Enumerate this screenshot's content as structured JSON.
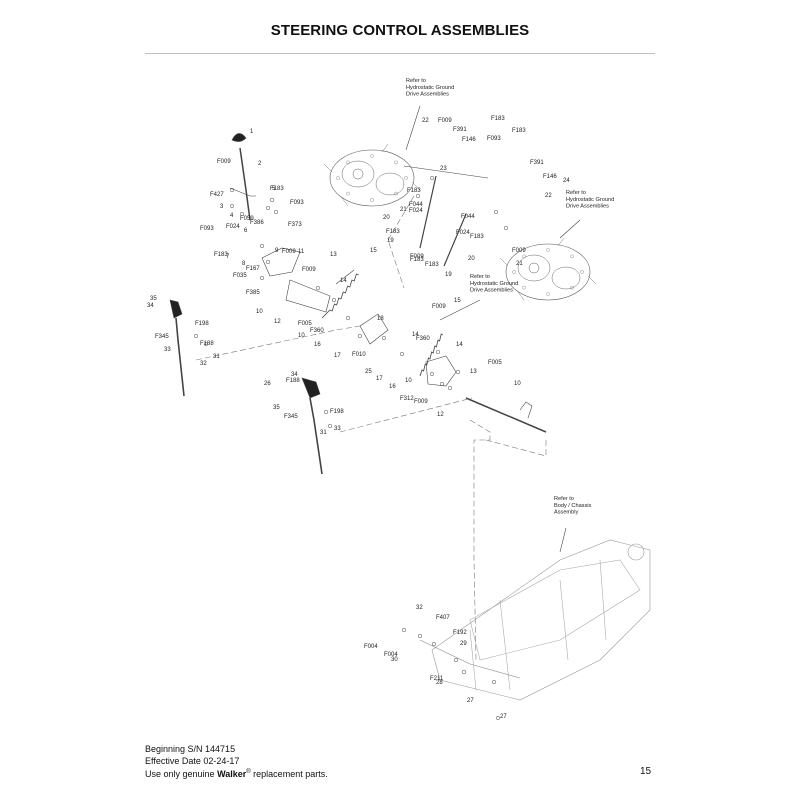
{
  "title": "STEERING CONTROL ASSEMBLIES",
  "references": [
    {
      "id": "ref-hydro-top",
      "lines": [
        "Refer to",
        "Hydrostatic Ground",
        "Drive Assemblies"
      ]
    },
    {
      "id": "ref-hydro-right",
      "lines": [
        "Refer to",
        "Hydrostatic Ground",
        "Drive Assemblies"
      ]
    },
    {
      "id": "ref-hydro-mid",
      "lines": [
        "Refer to",
        "Hydrostatic Ground",
        "Drive Assemblies"
      ]
    },
    {
      "id": "ref-chassis",
      "lines": [
        "Refer to",
        "Body / Chassis",
        "Assembly"
      ]
    }
  ],
  "callouts": [
    "1",
    "2",
    "F009",
    "F427",
    "3",
    "F183",
    "5",
    "4",
    "F059",
    "F386",
    "F093",
    "F024",
    "6",
    "F373",
    "F093",
    "F183",
    "7",
    "9",
    "F009",
    "11",
    "8",
    "F167",
    "F035",
    "F385",
    "F009",
    "13",
    "14",
    "15",
    "10",
    "12",
    "F005",
    "F360",
    "16",
    "10",
    "35",
    "34",
    "F198",
    "F188",
    "F345",
    "33",
    "31",
    "32",
    "F009",
    "F391",
    "F146",
    "F183",
    "F093",
    "F183",
    "22",
    "23",
    "21",
    "F183",
    "F044",
    "F024",
    "20",
    "F183",
    "19",
    "F183",
    "F009",
    "F391",
    "F146",
    "24",
    "22",
    "F044",
    "F024",
    "F183",
    "F009",
    "21",
    "20",
    "F183",
    "19",
    "18",
    "17",
    "F010",
    "F009",
    "15",
    "14",
    "F360",
    "14",
    "25",
    "17",
    "16",
    "10",
    "F005",
    "13",
    "F009",
    "12",
    "10",
    "26",
    "F188",
    "34",
    "35",
    "F198",
    "F345",
    "33",
    "31",
    "32",
    "F407",
    "F004",
    "F192",
    "F004",
    "30",
    "29",
    "F211",
    "28",
    "27",
    "27",
    "F312"
  ],
  "footer": {
    "line1": "Beginning S/N 144715",
    "line2": "Effective Date 02-24-17",
    "line3_pre": "Use only genuine ",
    "brand": "Walker",
    "reg": "®",
    "line3_post": " replacement parts.",
    "page_number": "15"
  }
}
